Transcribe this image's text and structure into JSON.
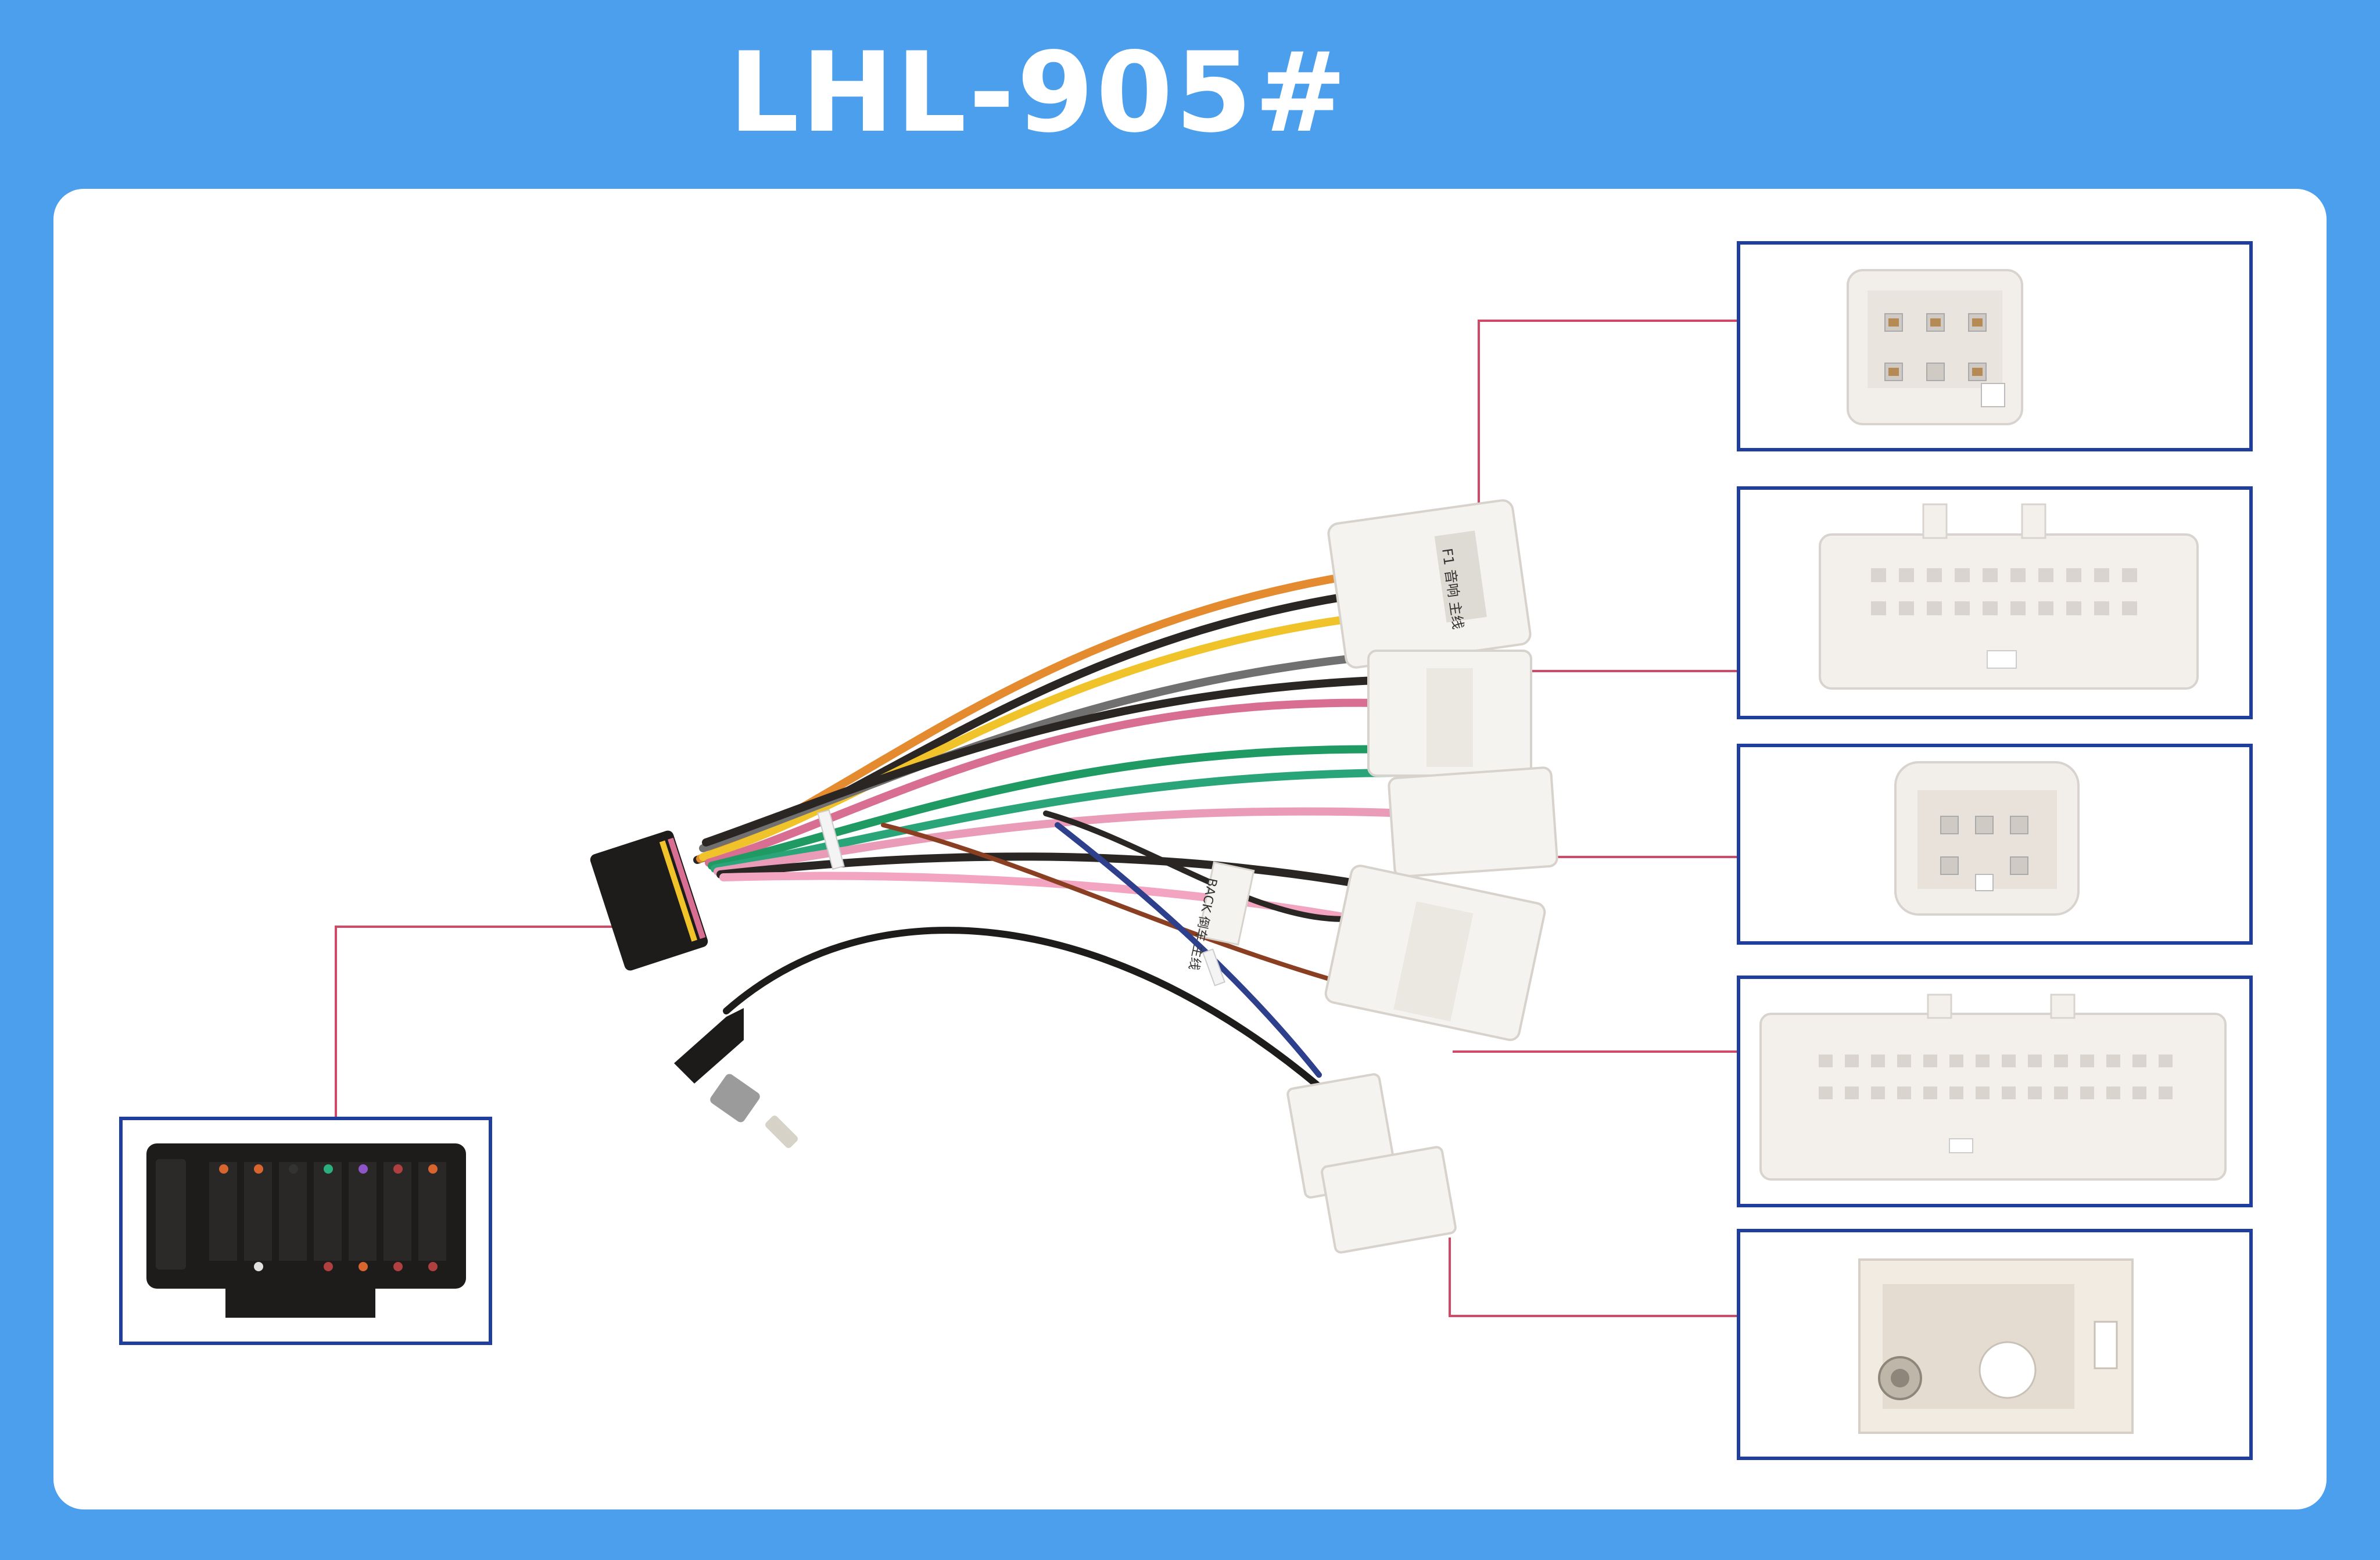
{
  "header": {
    "title": "LHL-905#"
  },
  "callout": {
    "line_color": "#d04a68",
    "box_border": "#1f3e9e"
  },
  "harness": {
    "tag_left": "F1\n音响\n主线",
    "tag_mid": "BACK\n倒车\n主线"
  }
}
